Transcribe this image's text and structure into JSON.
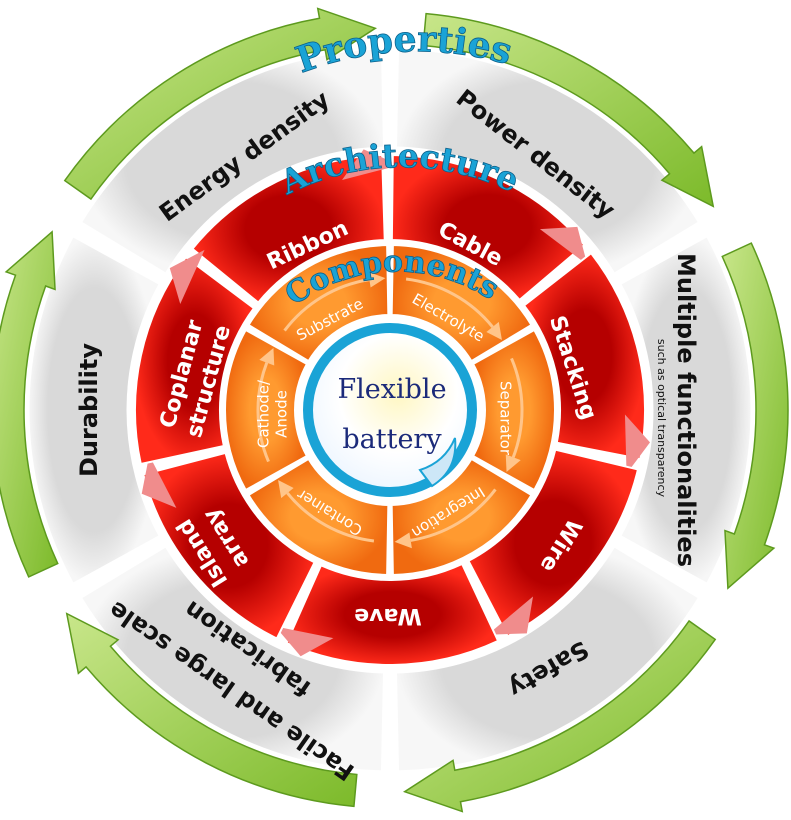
{
  "titles": {
    "properties": "Properties",
    "architecture": "Architecture",
    "components": "Components"
  },
  "center": {
    "line1": "Flexible",
    "line2": "battery"
  },
  "properties": [
    {
      "key": "energy",
      "label": "Energy density"
    },
    {
      "key": "power",
      "label": "Power density"
    },
    {
      "key": "multi",
      "label": "Multiple functionalities",
      "sub": "such as optical transparency"
    },
    {
      "key": "safety",
      "label": "Safety"
    },
    {
      "key": "facile",
      "line1": "Facile and large scale",
      "line2": "fabrication"
    },
    {
      "key": "durability",
      "label": "Durability"
    }
  ],
  "architecture": [
    {
      "key": "ribbon",
      "label": "Ribbon"
    },
    {
      "key": "cable",
      "label": "Cable"
    },
    {
      "key": "stacking",
      "label": "Stacking"
    },
    {
      "key": "wire",
      "label": "Wire"
    },
    {
      "key": "wave",
      "label": "Wave"
    },
    {
      "key": "island",
      "line1": "Island",
      "line2": "array"
    },
    {
      "key": "coplanar",
      "line1": "Coplanar",
      "line2": "structure"
    }
  ],
  "components": [
    {
      "key": "substrate",
      "label": "Substrate"
    },
    {
      "key": "electrolyte",
      "label": "Electrolyte"
    },
    {
      "key": "separator",
      "label": "Separator"
    },
    {
      "key": "integration",
      "label": "Integration"
    },
    {
      "key": "container",
      "label": "Container"
    },
    {
      "key": "cathode",
      "line1": "Cathode/",
      "line2": "Anode"
    }
  ],
  "colors": {
    "green_arrow": "#8cc63f",
    "green_dark": "#5d9a1e",
    "grey_ring": "#e8e8e8",
    "red_ring": "#e01010",
    "red_dark": "#a80000",
    "red_arrow": "#f08c8c",
    "orange_ring": "#f5841f",
    "orange_dark": "#c85a00",
    "center_border": "#1aa3d6",
    "title_blue": "#1aa3d6"
  }
}
